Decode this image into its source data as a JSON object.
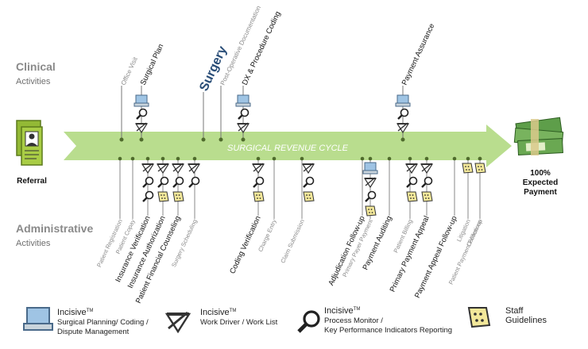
{
  "categories": {
    "clinical": {
      "title": "Clinical",
      "subtitle": "Activities"
    },
    "administrative": {
      "title": "Administrative",
      "subtitle": "Activities"
    }
  },
  "arrow": {
    "label": "SURGICAL REVENUE CYCLE",
    "color": "#b9dd8e",
    "start": "Referral",
    "end": "100% Expected Payment",
    "end_lines": [
      "100%",
      "Expected",
      "Payment"
    ]
  },
  "clinical_activities": [
    {
      "label": "Office Visit",
      "style": "light",
      "icons": []
    },
    {
      "label": "Surgical Plan",
      "style": "dark",
      "icons": [
        "laptop",
        "magnifier",
        "work-driver"
      ]
    },
    {
      "label": "Surgery",
      "style": "major",
      "icons": []
    },
    {
      "label": "Post-Operative Documentation",
      "style": "light",
      "icons": []
    },
    {
      "label": "DX & Procedure Coding",
      "style": "dark",
      "icons": [
        "laptop",
        "magnifier",
        "work-driver"
      ]
    },
    {
      "label": "Payment Assurance",
      "style": "dark",
      "icons": [
        "laptop",
        "magnifier",
        "work-driver"
      ]
    }
  ],
  "administrative_activities": [
    {
      "label": "Patient Registration",
      "style": "light",
      "icons": []
    },
    {
      "label": "Patient Copay",
      "style": "light",
      "icons": []
    },
    {
      "label": "Insurance Verification",
      "style": "dark",
      "icons": [
        "work-driver",
        "magnifier",
        "magnifier"
      ]
    },
    {
      "label": "Insurance Authorization",
      "style": "dark",
      "icons": [
        "work-driver",
        "magnifier",
        "guidelines"
      ]
    },
    {
      "label": "Patient Financial Counseling",
      "style": "dark",
      "icons": [
        "work-driver",
        "magnifier",
        "guidelines"
      ]
    },
    {
      "label": "Surgery Scheduling",
      "style": "light",
      "icons": [
        "work-driver",
        "magnifier"
      ]
    },
    {
      "label": "Coding Verification",
      "style": "dark",
      "icons": [
        "work-driver",
        "magnifier",
        "guidelines"
      ]
    },
    {
      "label": "Charge Entry",
      "style": "light",
      "icons": []
    },
    {
      "label": "Claim Submission",
      "style": "light",
      "icons": []
    },
    {
      "label": "Adjudication Follow-up",
      "style": "dark",
      "icons": [
        "work-driver",
        "magnifier",
        "guidelines"
      ]
    },
    {
      "label": "Primary Payer Payment",
      "style": "light",
      "icons": []
    },
    {
      "label": "Payment Auditing",
      "style": "dark",
      "icons": [
        "laptop",
        "work-driver",
        "magnifier",
        "guidelines"
      ]
    },
    {
      "label": "Patient Billing",
      "style": "light",
      "icons": []
    },
    {
      "label": "Primary Payment Appeal",
      "style": "dark",
      "icons": [
        "work-driver",
        "magnifier",
        "guidelines"
      ]
    },
    {
      "label": "Payment Appeal Follow-up",
      "style": "dark",
      "icons": [
        "work-driver",
        "magnifier",
        "guidelines"
      ]
    },
    {
      "label": "Litigation",
      "style": "light",
      "icons": []
    },
    {
      "label": "Patient Payment Follow-up",
      "style": "light",
      "icons": [
        "guidelines"
      ]
    },
    {
      "label": "Collections",
      "style": "light",
      "icons": [
        "guidelines"
      ]
    }
  ],
  "legend": [
    {
      "icon": "laptop",
      "brand": "Incisive",
      "tm": "TM",
      "lines": [
        "Surgical Planning/ Coding /",
        "Dispute Management"
      ]
    },
    {
      "icon": "work-driver",
      "brand": "Incisive",
      "tm": "TM",
      "lines": [
        "Work Driver / Work List"
      ]
    },
    {
      "icon": "magnifier",
      "brand": "Incisive",
      "tm": "TM",
      "lines": [
        "Process Monitor /",
        "Key Performance Indicators Reporting"
      ]
    },
    {
      "icon": "guidelines",
      "brand": "",
      "tm": "",
      "lines": [
        "Staff",
        "Guidelines"
      ]
    }
  ]
}
